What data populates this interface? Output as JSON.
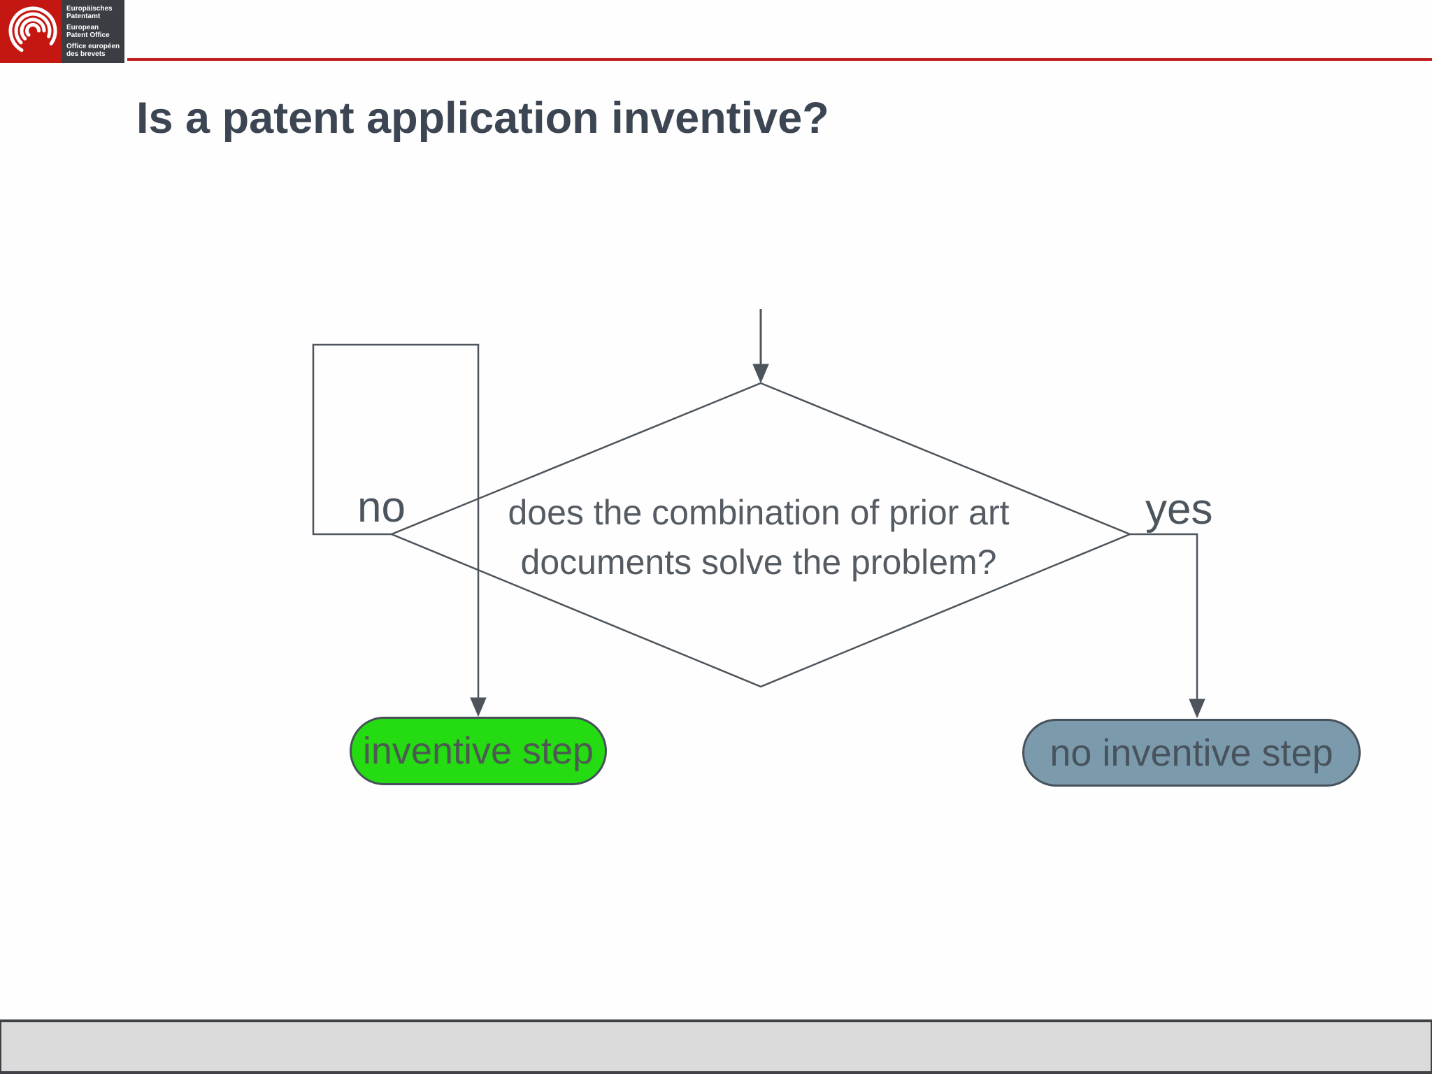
{
  "slide": {
    "title": "Is a patent application inventive?"
  },
  "header": {
    "logo_lines": [
      "Europäisches",
      "Patentamt",
      "European",
      "Patent Office",
      "Office européen",
      "des brevets"
    ]
  },
  "flowchart": {
    "decision_line1": "does the combination of prior art",
    "decision_line2": "documents solve the problem?",
    "no_label": "no",
    "yes_label": "yes",
    "outcome_positive": "inventive step",
    "outcome_negative": "no inventive step"
  },
  "colors": {
    "epo_red": "#c41712",
    "header_rule_red": "#c02020",
    "logo_box_gray": "#3a3e43",
    "line_gray": "#4d545b",
    "title_text": "#3c4552",
    "outcome_positive_fill": "#24dc11",
    "outcome_negative_fill": "#7b9bad",
    "footer_fill": "#dbdbdb"
  }
}
